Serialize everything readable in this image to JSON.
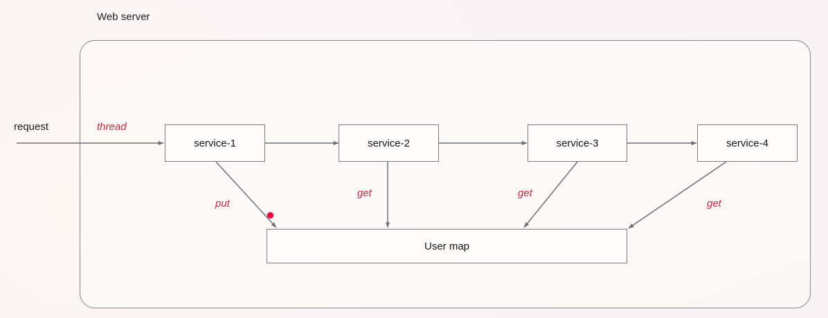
{
  "diagram": {
    "boundary": {
      "title": "Web server",
      "kind": "container"
    },
    "entry": {
      "request_label": "request",
      "thread_label": "thread"
    },
    "services": [
      {
        "id": "service-1",
        "label": "service-1",
        "store_op": "put"
      },
      {
        "id": "service-2",
        "label": "service-2",
        "store_op": "get"
      },
      {
        "id": "service-3",
        "label": "service-3",
        "store_op": "get"
      },
      {
        "id": "service-4",
        "label": "service-4",
        "store_op": "get"
      }
    ],
    "store": {
      "label": "User map"
    },
    "marker": {
      "name": "red-dot",
      "color": "#e00a3c"
    },
    "colors": {
      "accent_red": "#c2293c",
      "marker_red": "#e00a3c",
      "stroke": "#6f6f75",
      "box_border": "#7b7b80",
      "boundary_border": "#8a8289",
      "text": "#15151a",
      "page_background": "#faf4f6",
      "container_background": "#fdfaf8"
    }
  }
}
